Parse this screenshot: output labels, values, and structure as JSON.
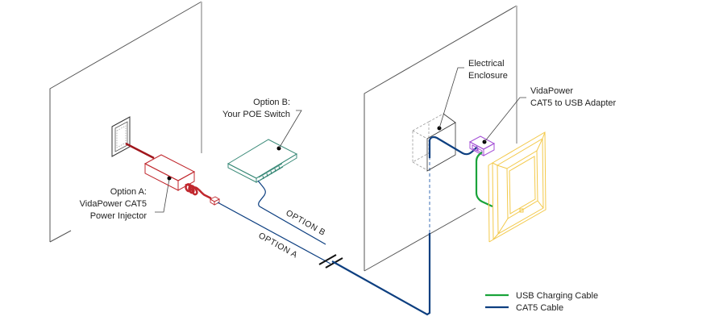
{
  "title": "VidaPower CAT5 wiring diagram",
  "labels": {
    "option_a": [
      "Option A:",
      "VidaPower CAT5",
      "Power Injector"
    ],
    "option_b": [
      "Option B:",
      "Your POE Switch"
    ],
    "enclosure": [
      "Electrical",
      "Enclosure"
    ],
    "adapter": [
      "VidaPower",
      "CAT5 to USB Adapter"
    ],
    "cable_option_a": "OPTION  A",
    "cable_option_b": "OPTION  B"
  },
  "legend": {
    "items": [
      {
        "label": "USB Charging Cable",
        "color": "#1aa33a"
      },
      {
        "label": "CAT5 Cable",
        "color": "#0d3f80"
      }
    ]
  },
  "colors": {
    "injector": "#c0272d",
    "switch": "#3a8a78",
    "adapter": "#a44fd6",
    "ipad_frame": "#f3c94a",
    "cat5": "#0d3f80",
    "usb": "#1aa33a",
    "power_cord": "#a0161c"
  }
}
